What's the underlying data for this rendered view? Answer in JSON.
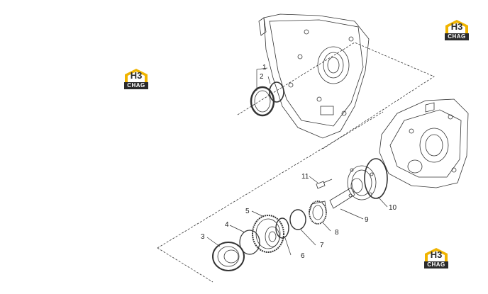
{
  "diagram": {
    "callouts": [
      "1",
      "2",
      "3",
      "4",
      "5",
      "6",
      "7",
      "8",
      "9",
      "10",
      "11"
    ]
  },
  "logo": {
    "top": "H3",
    "bottom": "CHAG",
    "accent": "#f0b400",
    "dark": "#2b2b2b"
  }
}
